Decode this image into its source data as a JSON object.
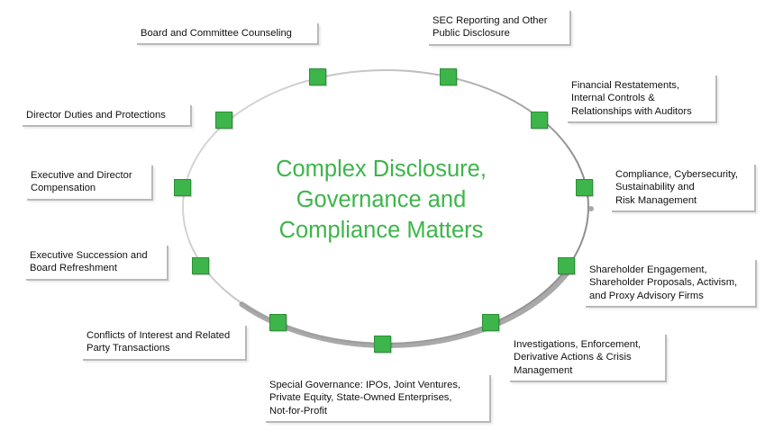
{
  "diagram": {
    "center_title": [
      "Complex Disclosure,",
      "Governance and",
      "Compliance Matters"
    ],
    "colors": {
      "accent": "#3db54a",
      "ring_dark": "#9a9a9a",
      "ring_light": "#d4d4d4",
      "text": "#111111"
    },
    "items": [
      {
        "id": "board",
        "lines": [
          "Board and Committee Counseling"
        ]
      },
      {
        "id": "sec",
        "lines": [
          "SEC Reporting and Other",
          "Public Disclosure"
        ]
      },
      {
        "id": "fin",
        "lines": [
          "Financial Restatements,",
          "Internal Controls &",
          "Relationships with Auditors"
        ]
      },
      {
        "id": "comp",
        "lines": [
          "Compliance, Cybersecurity,",
          "Sustainability and",
          "Risk Management"
        ]
      },
      {
        "id": "share",
        "lines": [
          "Shareholder Engagement,",
          "Shareholder Proposals, Activism,",
          "and Proxy Advisory Firms"
        ]
      },
      {
        "id": "inv",
        "lines": [
          "Investigations, Enforcement,",
          "Derivative Actions & Crisis",
          "Management"
        ]
      },
      {
        "id": "special",
        "lines": [
          "Special Governance: IPOs, Joint Ventures,",
          "Private Equity, State-Owned Enterprises,",
          "Not-for-Profit"
        ]
      },
      {
        "id": "conflicts",
        "lines": [
          "Conflicts of Interest and Related",
          "Party Transactions"
        ]
      },
      {
        "id": "succession",
        "lines": [
          "Executive Succession and",
          "Board Refreshment"
        ]
      },
      {
        "id": "execcomp",
        "lines": [
          "Executive and Director",
          "Compensation"
        ]
      },
      {
        "id": "duties",
        "lines": [
          "Director Duties and Protections"
        ]
      }
    ]
  }
}
